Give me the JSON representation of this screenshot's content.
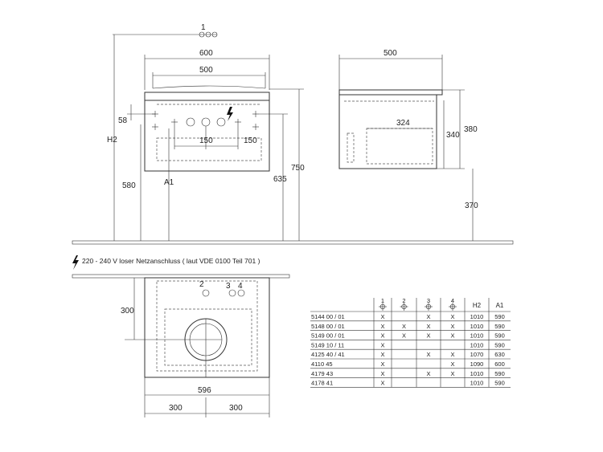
{
  "dims": {
    "top_marker": "1",
    "front_width_outer": "600",
    "front_width_inner": "500",
    "h2": "H2",
    "d58": "58",
    "d150a": "150",
    "d150b": "150",
    "d580": "580",
    "a1": "A1",
    "d635": "635",
    "d750": "750",
    "side_depth": "500",
    "side_324": "324",
    "side_340": "340",
    "side_380": "380",
    "side_370": "370",
    "plan_300_depth": "300",
    "plan_596": "596",
    "plan_300_left": "300",
    "plan_300_right": "300",
    "plan_marker_2": "2",
    "plan_marker_3": "3",
    "plan_marker_4": "4"
  },
  "note": {
    "symbol": "lightning-icon",
    "text": "220 - 240 V loser Netzanschluss ( laut VDE 0100 Teil 701 )"
  },
  "table": {
    "headers": [
      "",
      "1",
      "2",
      "3",
      "4",
      "H2",
      "A1"
    ],
    "rows": [
      [
        "5144 00 / 01",
        "X",
        "",
        "X",
        "X",
        "1010",
        "590"
      ],
      [
        "5148 00 / 01",
        "X",
        "X",
        "X",
        "X",
        "1010",
        "590"
      ],
      [
        "5149 00 / 01",
        "X",
        "X",
        "X",
        "X",
        "1010",
        "590"
      ],
      [
        "5149 10 / 11",
        "X",
        "",
        "",
        "",
        "1010",
        "590"
      ],
      [
        "4125 40 / 41",
        "X",
        "",
        "X",
        "X",
        "1070",
        "630"
      ],
      [
        "4110 45",
        "X",
        "",
        "",
        "X",
        "1090",
        "600"
      ],
      [
        "4179 43",
        "X",
        "",
        "X",
        "X",
        "1010",
        "590"
      ],
      [
        "4178 41",
        "X",
        "",
        "",
        "",
        "1010",
        "590"
      ]
    ]
  }
}
